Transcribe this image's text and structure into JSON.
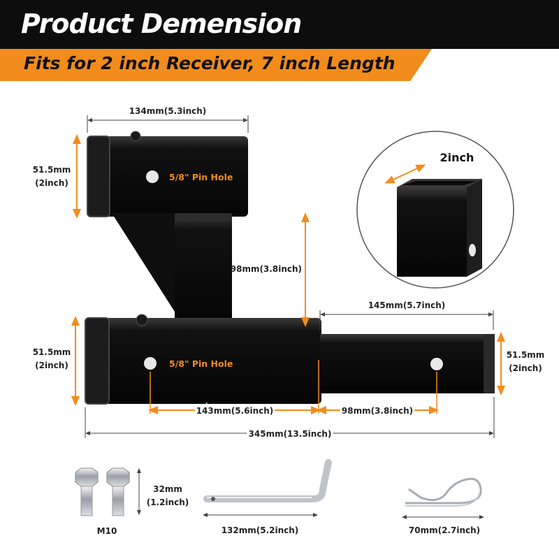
{
  "header": {
    "title": "Product Demension",
    "subtitle": "Fits for 2 inch Receiver, 7 inch Length"
  },
  "colors": {
    "accent": "#f28c1c",
    "header_bg": "#0d0d0d",
    "steel": "#111111"
  },
  "dimensions": {
    "top_width": "134mm(5.3inch)",
    "top_height_mm": "51.5mm",
    "top_height_in": "(2inch)",
    "rise": "98mm(3.8inch)",
    "bottom_height_mm": "51.5mm",
    "bottom_height_in": "(2inch)",
    "shank_length": "145mm(5.7inch)",
    "shank_height_mm": "51.5mm",
    "shank_height_in": "(2inch)",
    "hole_to_hole": "143mm(5.6inch)",
    "shank_hole": "98mm(3.8inch)",
    "overall_length": "345mm(13.5inch)",
    "pin_hole_top": "5/8\" Pin Hole",
    "pin_hole_bottom": "5/8\" Pin Hole",
    "tube_size": "2inch"
  },
  "hardware": {
    "bolt_size": "M10",
    "bolt_length_mm": "32mm",
    "bolt_length_in": "(1.2inch)",
    "pin_length": "132mm(5.2inch)",
    "clip_length": "70mm(2.7inch)"
  }
}
